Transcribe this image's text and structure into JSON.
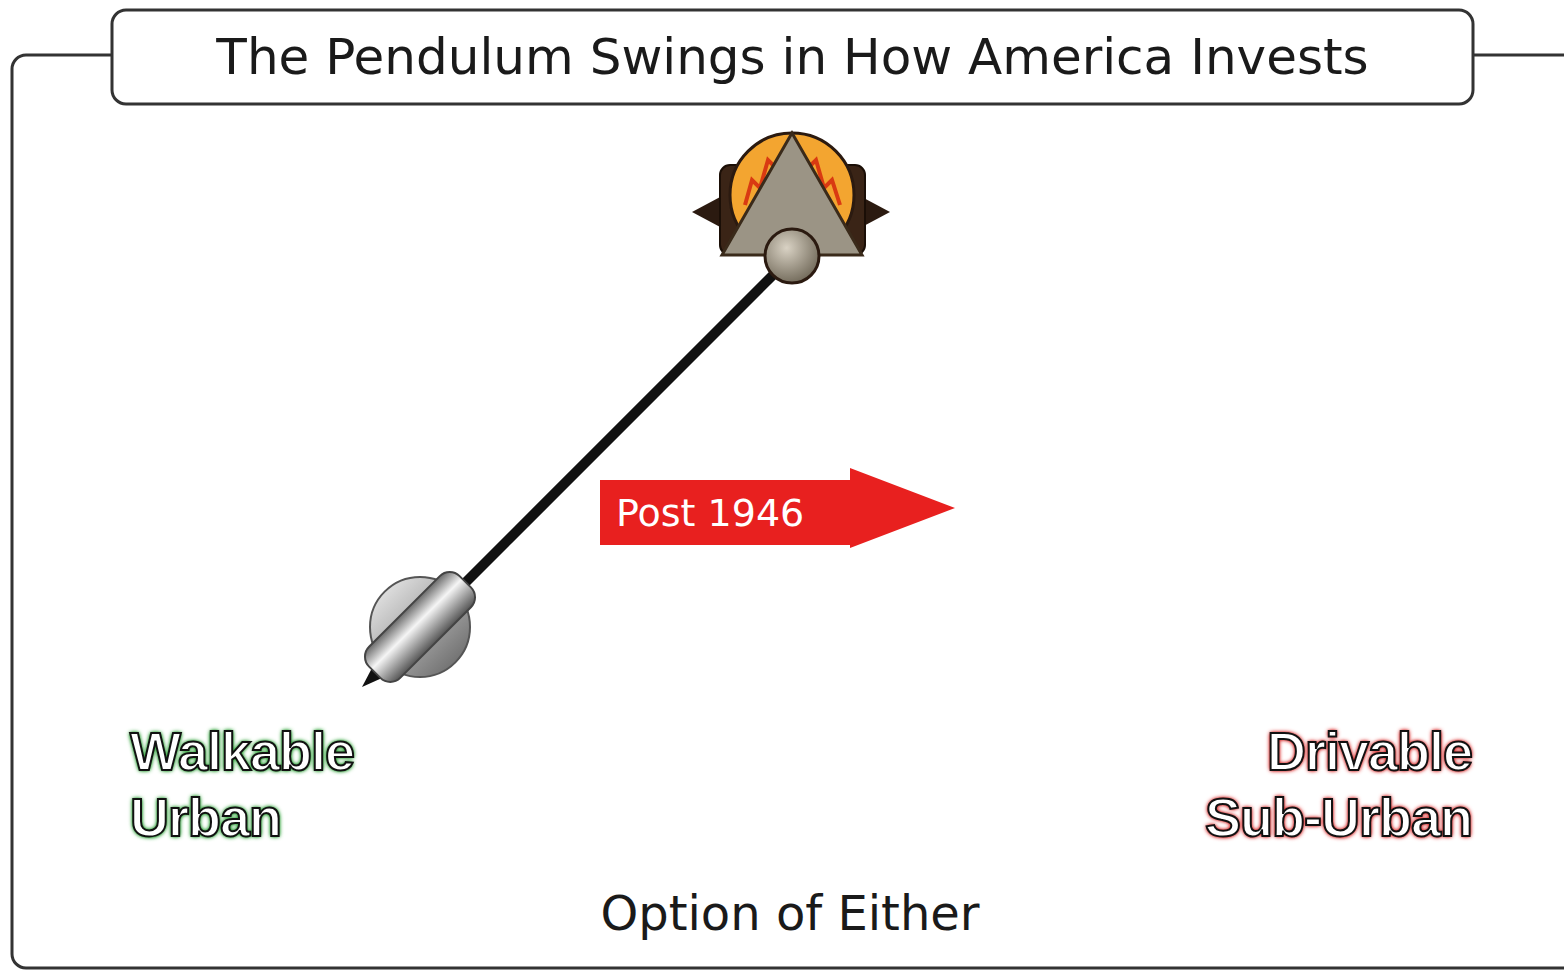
{
  "diagram": {
    "title": "The Pendulum Swings in How America Invests",
    "nodes": [
      {
        "text": [
          "Post 1946"
        ]
      }
    ],
    "labels": [
      "Walkable Urban",
      "Drivable Sub-Urban",
      "Option of Either"
    ]
  }
}
